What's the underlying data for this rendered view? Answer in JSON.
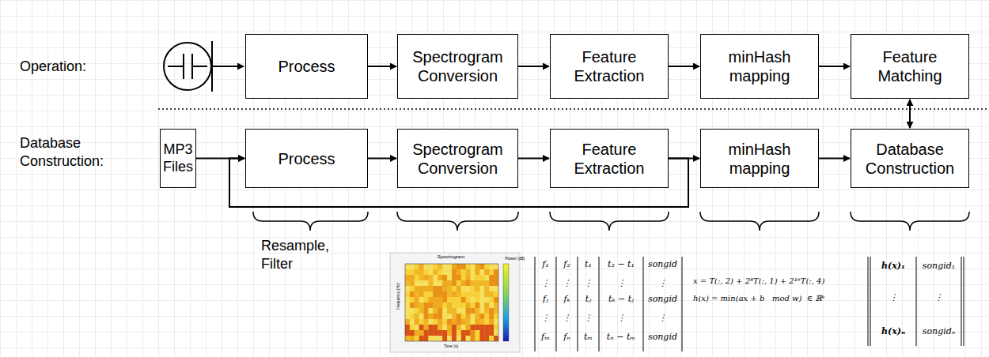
{
  "diagram": {
    "nodes": [
      {
        "text": [
          "Process"
        ]
      },
      {
        "text": [
          "Spectrogram Conversion"
        ]
      },
      {
        "text": [
          "Feature Extraction"
        ]
      },
      {
        "text": [
          "minHash mapping"
        ]
      },
      {
        "text": [
          "Feature Matching"
        ]
      },
      {
        "text": [
          "MP3 Files"
        ]
      },
      {
        "text": [
          "Process"
        ]
      },
      {
        "text": [
          "Spectrogram Conversion"
        ]
      },
      {
        "text": [
          "Feature Extraction"
        ]
      },
      {
        "text": [
          "minHash mapping"
        ]
      },
      {
        "text": [
          "Database Construction"
        ]
      }
    ],
    "edges": [
      {
        "from": 0,
        "to": 1,
        "arrow": "to"
      },
      {
        "from": 1,
        "to": 2,
        "arrow": "to"
      },
      {
        "from": 2,
        "to": 3,
        "arrow": "to"
      },
      {
        "from": 3,
        "to": 4,
        "arrow": "to"
      },
      {
        "from": 4,
        "to": 10,
        "arrow": "both"
      },
      {
        "from": 5,
        "to": 6,
        "arrow": "to"
      },
      {
        "from": 6,
        "to": 7,
        "arrow": "to"
      },
      {
        "from": 7,
        "to": 8,
        "arrow": "to"
      },
      {
        "from": 8,
        "to": 9,
        "arrow": "to"
      },
      {
        "from": 9,
        "to": 10,
        "arrow": "to"
      },
      {
        "from": 8,
        "to": 6,
        "arrow": "to"
      }
    ],
    "labels": [
      "Operation:",
      "Database Construction:",
      "Resample, Filter",
      "Spectrogram",
      "Frequency (Hz)",
      "Time (s)",
      "Power (dB)",
      "f₁",
      "f₂",
      "t₁",
      "t₂ − t₁",
      "songid",
      "⋮",
      "⋮",
      "⋮",
      "⋮",
      "⋮",
      "fⱼ",
      "fₖ",
      "tⱼ",
      "tₖ − tⱼ",
      "songid",
      "⋮",
      "⋮",
      "⋮",
      "⋮",
      "⋮",
      "fₘ",
      "fₙ",
      "tₘ",
      "tₙ − tₘ",
      "songid",
      "x = T(:, 2) + 2⁸T(:, 1) + 2¹⁶T(:, 4)",
      "h(x) = min(ax + b   mod w)  ∈ ℝᵏ",
      "h(x)₁",
      "songid₁",
      "⋮",
      "⋮",
      "h(x)ₙ",
      "songidₙ"
    ]
  }
}
